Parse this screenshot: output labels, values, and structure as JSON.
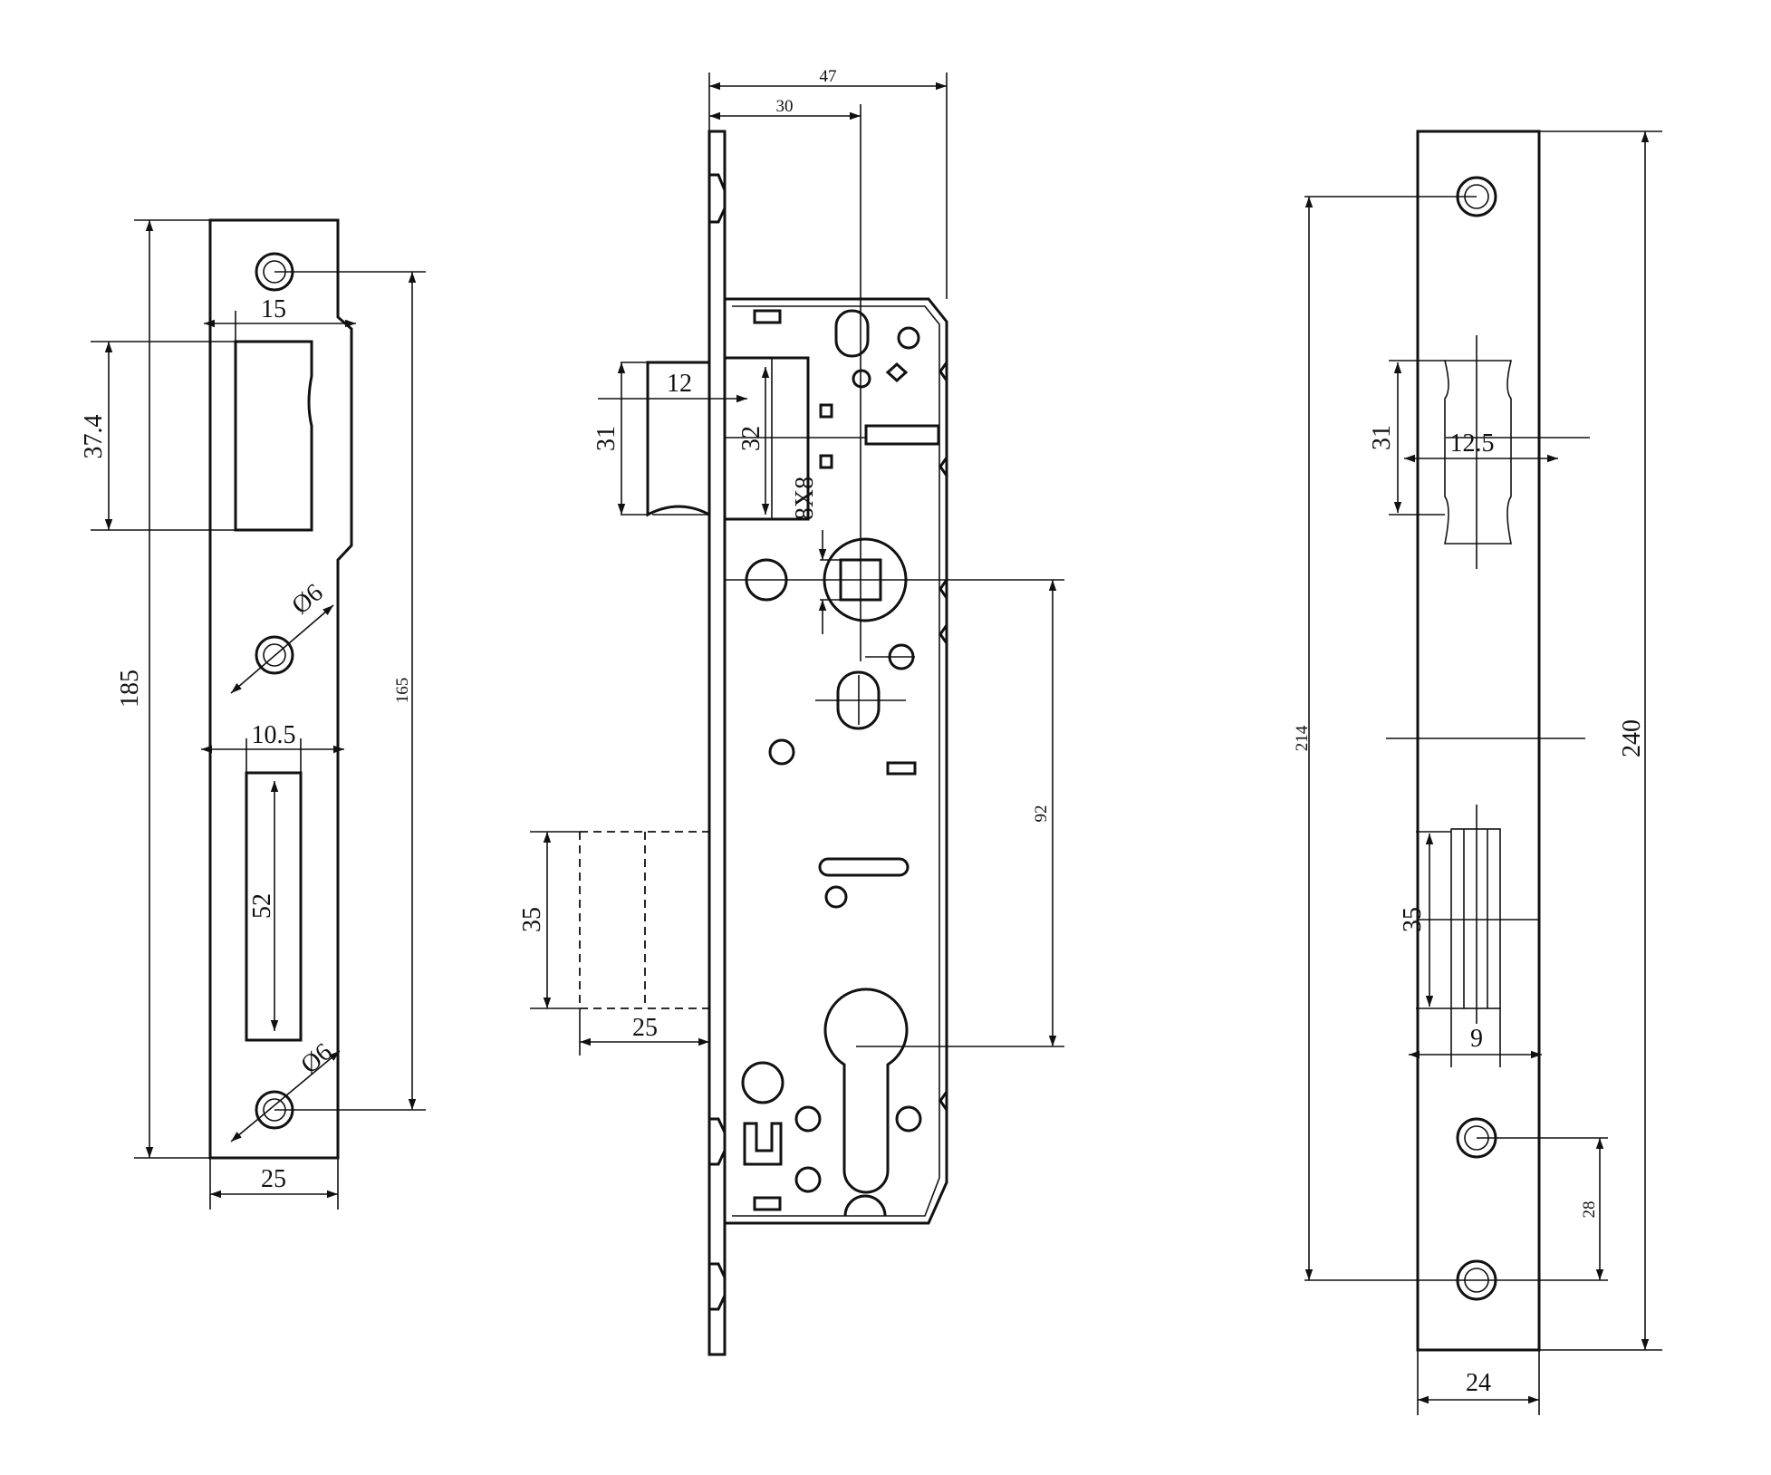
{
  "strike_plate": {
    "width": "25",
    "height": "185",
    "hole_spacing": "165",
    "bolt_opening_width": "15",
    "bolt_opening_height": "37.4",
    "latch_opening_width": "10.5",
    "latch_opening_height": "52",
    "hole_diameter_1": "Ø6",
    "hole_diameter_2": "Ø6"
  },
  "lock_body": {
    "overall_depth": "47",
    "backset": "30",
    "bolt_throw": "12",
    "bolt_height": "31",
    "bolt_head_height": "32",
    "spindle": "8X8",
    "latch_height": "35",
    "latch_throw": "25",
    "centre_distance": "92"
  },
  "faceplate": {
    "hole_spacing": "214",
    "length": "240",
    "bolt_slot_height": "31",
    "bolt_slot_width": "12.5",
    "latch_slot_height": "35",
    "latch_slot_width": "9",
    "lower_hole_spacing": "28",
    "width": "24"
  }
}
